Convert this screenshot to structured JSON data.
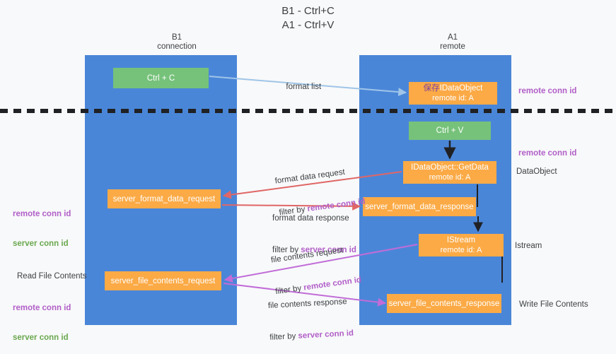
{
  "title": "B1 - Ctrl+C\nA1 - Ctrl+V",
  "lanes": {
    "left": {
      "header": "B1\nconnection",
      "color": "#4a86d8"
    },
    "right": {
      "header": "A1\nremote",
      "color": "#4a86d8"
    }
  },
  "colors": {
    "lane": "#4a86d8",
    "green_node": "#76c27a",
    "orange_node": "#fbaa46",
    "purple_text": "#b15fc8",
    "green_text": "#6aa84f",
    "blue_arrow": "#9fc5e8",
    "red_arrow": "#e06666",
    "magenta_arrow": "#c16cd8",
    "black_arrow": "#202124",
    "divider": "#202124",
    "background": "#f8f9fa"
  },
  "nodes": {
    "ctrl_c": {
      "label": "Ctrl + C",
      "type": "green"
    },
    "idataobject": {
      "prefix": "保存",
      "label": "IDataObject",
      "sub": "remote id: A",
      "type": "orange"
    },
    "ctrl_v": {
      "label": "Ctrl + V",
      "type": "green"
    },
    "getdata": {
      "label": "IDataObject::GetData",
      "sub": "remote id: A",
      "type": "orange"
    },
    "server_format_data_request": {
      "label": "server_format_data_request",
      "type": "orange"
    },
    "server_format_data_response": {
      "label": "server_format_data_response",
      "type": "orange"
    },
    "istream": {
      "label": "IStream",
      "sub": "remote id: A",
      "type": "orange"
    },
    "server_file_contents_request": {
      "label": "server_file_contents_request",
      "type": "orange"
    },
    "server_file_contents_response": {
      "label": "server_file_contents_response",
      "type": "orange"
    }
  },
  "edges": {
    "format_list": {
      "label": "format list"
    },
    "format_data_request": {
      "label": "format data request",
      "filter_prefix": "filter by ",
      "filter_key": "remote conn id"
    },
    "format_data_response": {
      "label": "format data response",
      "filter_prefix": "filter by ",
      "filter_key": "server conn id"
    },
    "file_contents_request": {
      "label": "file contents request",
      "filter_prefix": "filter by ",
      "filter_key": "remote conn id"
    },
    "file_contents_response": {
      "label": "file contents response",
      "filter_prefix": "filter by ",
      "filter_key": "server conn id"
    }
  },
  "annotations": {
    "left_mid_remote": "remote conn id",
    "left_mid_server": "server conn id",
    "left_read_file": "Read File Contents",
    "left_bot_remote": "remote conn id",
    "left_bot_server": "server conn id",
    "right_top_remote": "remote conn id",
    "right_mid_remote": "remote conn id",
    "right_dataobject": "DataObject",
    "right_istream": "Istream",
    "right_write_file": "Write File Contents"
  }
}
